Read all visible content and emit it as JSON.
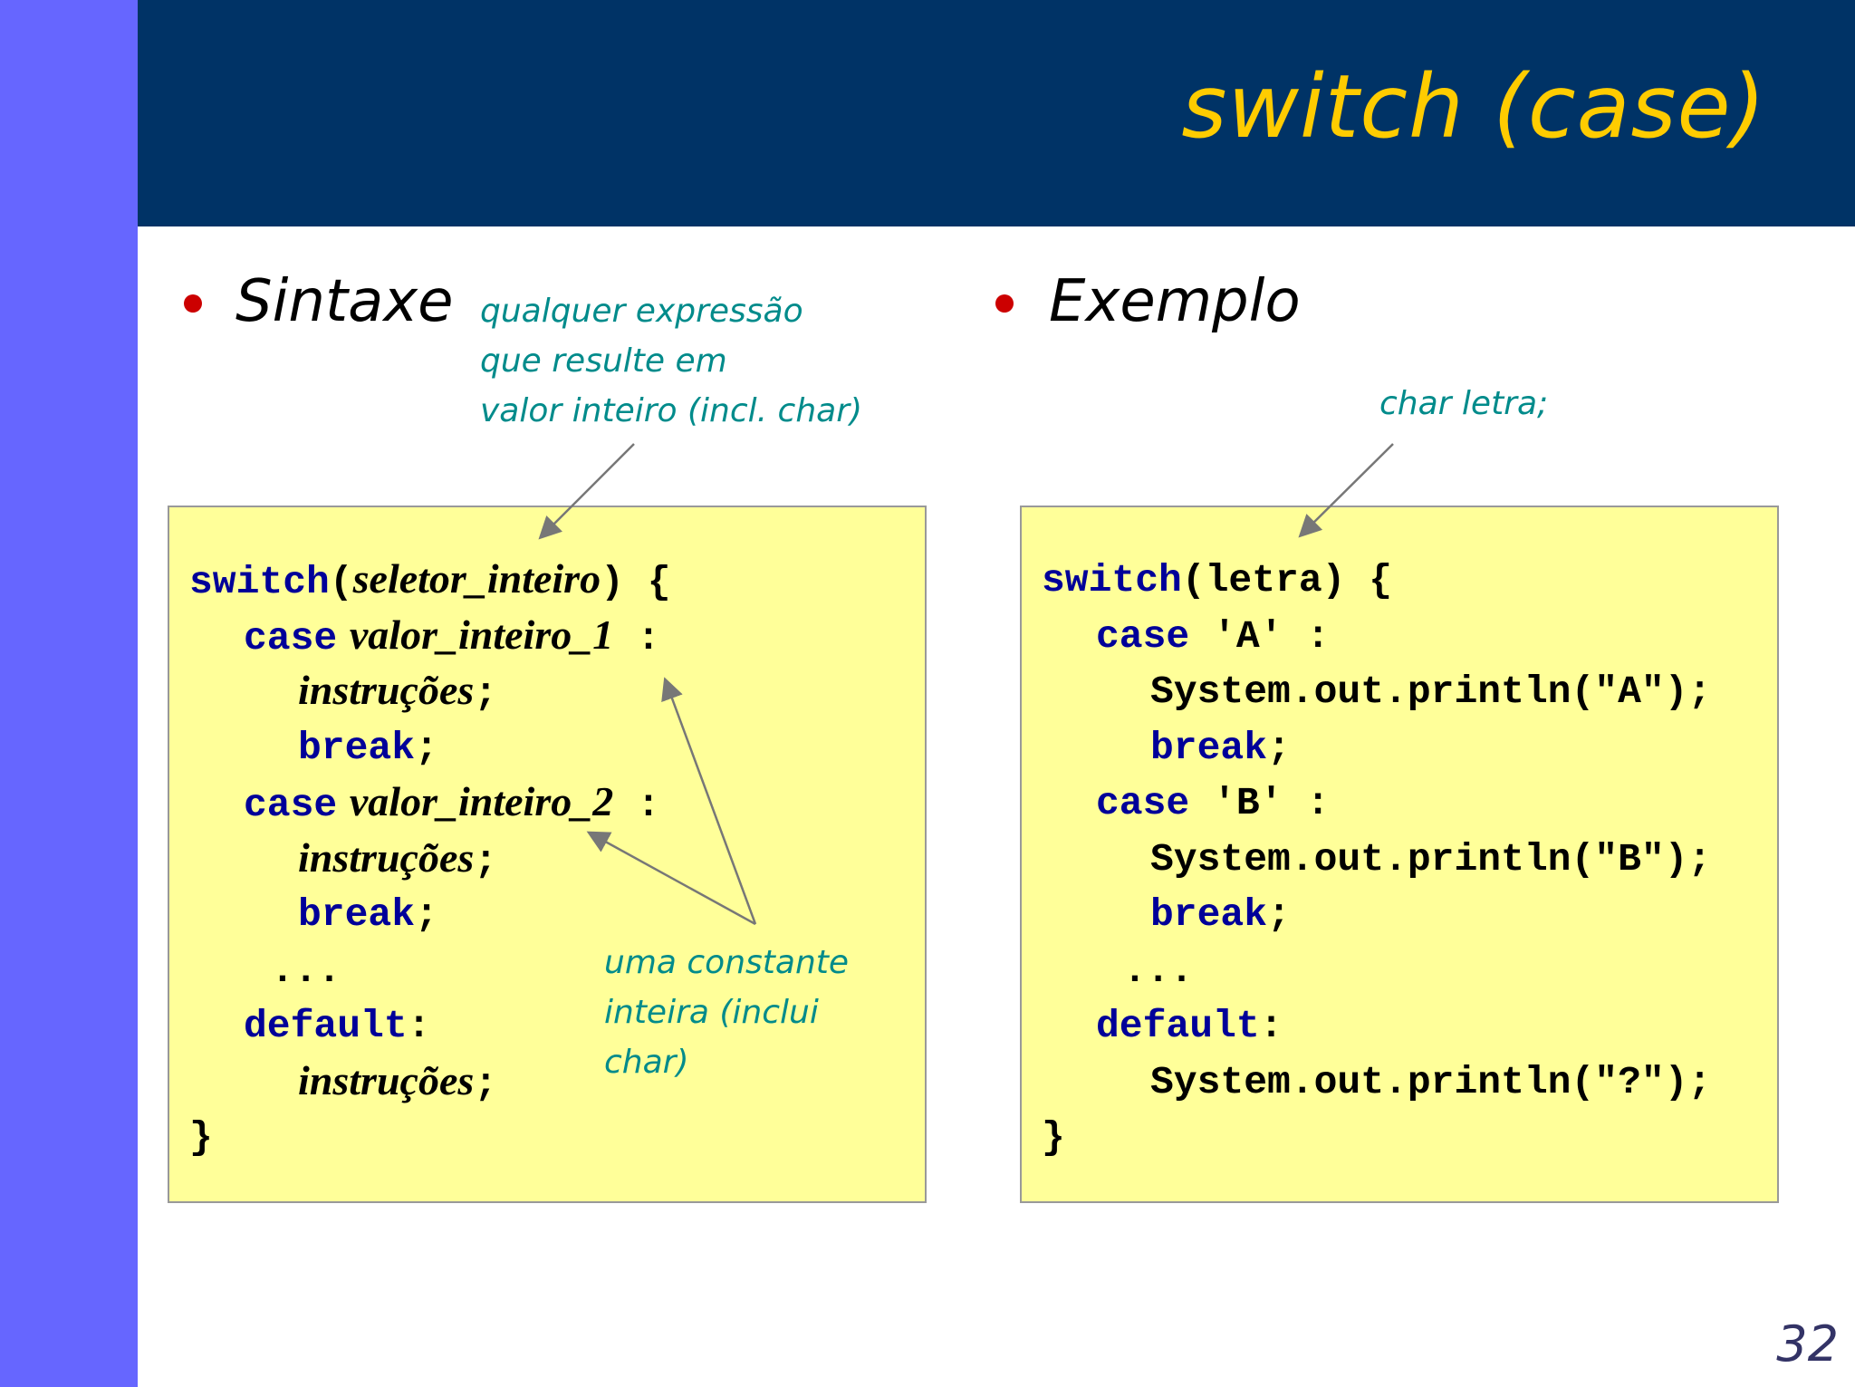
{
  "slide": {
    "title": "switch (case)",
    "page_number": "32"
  },
  "left": {
    "heading": "Sintaxe",
    "note_top": [
      "qualquer expressão",
      "que resulte em",
      "valor inteiro (incl. char)"
    ],
    "note_bottom": [
      "uma constante",
      "inteira (inclui",
      "char)"
    ],
    "code": {
      "l1_kw": "switch",
      "l1_open": "(",
      "l1_sel": "seletor_inteiro",
      "l1_close": ")  {",
      "l2_kw": "case",
      "l2_val": "valor_inteiro_1",
      "l2_colon": " :",
      "l3_text": "instruções",
      "l3_semi": ";",
      "l4_kw": "break",
      "l4_semi": ";",
      "l5_kw": "case",
      "l5_val": "valor_inteiro_2",
      "l5_colon": " :",
      "l6_text": "instruções",
      "l6_semi": ";",
      "l7_kw": "break",
      "l7_semi": ";",
      "l8_dots": "...",
      "l9_kw": "default",
      "l9_colon": ":",
      "l10_text": "instruções",
      "l10_semi": ";",
      "l11_brace": "}"
    }
  },
  "right": {
    "heading": "Exemplo",
    "note_top": [
      "char letra;"
    ],
    "code": {
      "l1_kw": "switch",
      "l1_rest": "(letra) {",
      "l2_kw": "case",
      "l2_rest": " 'A' :",
      "l3_text": "System.out.println(\"A\");",
      "l4_kw": "break",
      "l4_semi": ";",
      "l5_kw": "case",
      "l5_rest": " 'B' :",
      "l6_text": "System.out.println(\"B\");",
      "l7_kw": "break",
      "l7_semi": ";",
      "l8_dots": "...",
      "l9_kw": "default",
      "l9_colon": ":",
      "l10_text": "System.out.println(\"?\");",
      "l11_brace": "}"
    }
  },
  "colors": {
    "sidebar": "#6666ff",
    "header": "#003366",
    "title": "#ffcc00",
    "bullet": "#cc0000",
    "note": "#008b8b",
    "code_bg": "#ffff99",
    "keyword": "#000099"
  }
}
